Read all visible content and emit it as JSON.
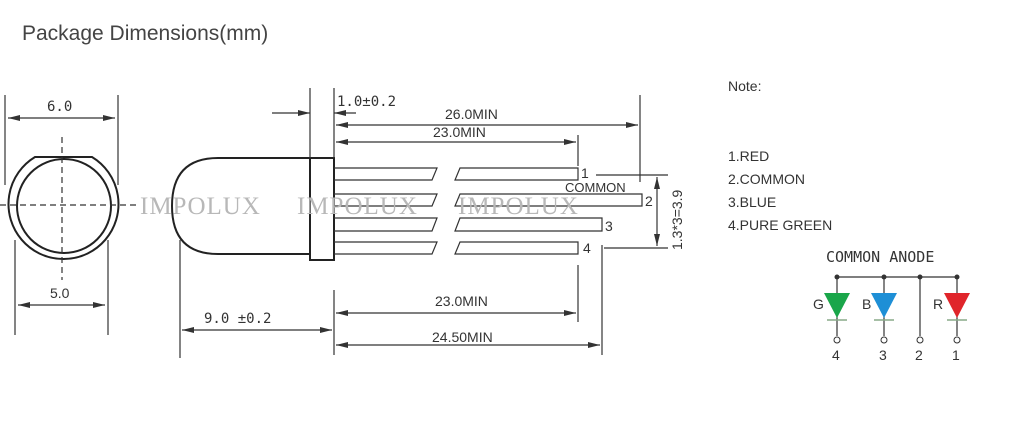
{
  "title": "Package Dimensions(mm)",
  "dimensions": {
    "outer_diameter": "6.0",
    "inner_diameter": "5.0",
    "flange": "1.0±0.2",
    "lead_long": "26.0MIN",
    "lead_short_top": "23.0MIN",
    "body_length": "9.0 ±0.2",
    "lead_short_bottom": "23.0MIN",
    "lead_mid": "24.50MIN",
    "pitch": "1.3*3=3.9"
  },
  "pins": {
    "labels": [
      "1",
      "2",
      "3",
      "4"
    ],
    "common_label": "COMMON"
  },
  "watermark": [
    "IMPOLUX",
    "IMPOLUX",
    "IMPOLUX"
  ],
  "note": {
    "heading": "Note:",
    "items": [
      "1.RED",
      "2.COMMON",
      "3.BLUE",
      "4.PURE GREEN"
    ]
  },
  "schematic": {
    "title": "COMMON ANODE",
    "diodes": [
      {
        "letter": "G",
        "pin": "4",
        "color": "#1aa64a"
      },
      {
        "letter": "B",
        "pin": "3",
        "color": "#1e8fd6"
      },
      {
        "letter": "R",
        "pin": "1",
        "color": "#e0252b"
      }
    ],
    "common_pin": "2"
  }
}
